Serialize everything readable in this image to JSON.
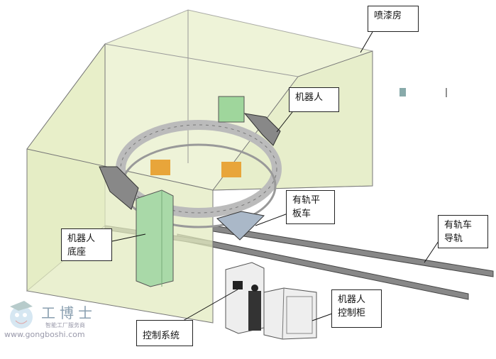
{
  "labels": {
    "booth": "喷漆房",
    "robot": "机器人",
    "cart_l1": "有轨平",
    "cart_l2": "板车",
    "rail_l1": "有轨车",
    "rail_l2": "导轨",
    "base_l1": "机器人",
    "base_l2": "底座",
    "control": "控制系统",
    "cabinet_l1": "机器人",
    "cabinet_l2": "控制柜"
  },
  "watermark": {
    "brand": "工博士",
    "slogan": "智能工厂服务商",
    "url": "www.gongboshi.com"
  },
  "colors": {
    "booth": "#e9efcf",
    "green": "#a9d9a8",
    "rail": "#666"
  }
}
